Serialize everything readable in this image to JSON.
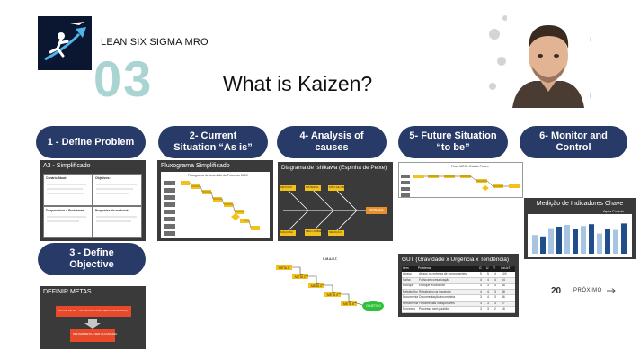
{
  "header": {
    "brand": "LEAN SIX SIGMA MRO",
    "number": "03",
    "title": "What is Kaizen?"
  },
  "steps": [
    {
      "label": "1 - Define Problem"
    },
    {
      "label": "2- Current Situation “As is”"
    },
    {
      "label": "4- Analysis of causes"
    },
    {
      "label": "5- Future Situation “to be”"
    },
    {
      "label": "6- Monitor and Control"
    },
    {
      "label": "3 - Define Objective"
    }
  ],
  "thumbnails": {
    "a3": {
      "title": "A3 - Simplificado",
      "cells": [
        "Cenário Atual:",
        "Objetivos:",
        "Desperdícios e Problemas:",
        "Propostas de melhoria:"
      ]
    },
    "flow": {
      "title": "Fluxograma Simplificado",
      "subtitle": "Fluxograma de descrição do Processo MRO"
    },
    "ishikawa": {
      "title": "Diagrama de Ishikawa (Espinha de Peixe)",
      "causes_top": [
        "MÉTODO",
        "MATERIAL",
        "MÃO DE OBRA"
      ],
      "causes_bottom": [
        "MÁQUINA",
        "MEIO AMBIENTE",
        "MEDIÇÃO"
      ],
      "effect": "PROBLEMA"
    },
    "future": {
      "title": "Fluxo MRO - Estado Futuro"
    },
    "kpi": {
      "title": "Medição de Indicadores Chave",
      "subtitle": "Após Projeto",
      "values": [
        52,
        48,
        71,
        75,
        80,
        68,
        77,
        82,
        56,
        70,
        66,
        84
      ]
    },
    "smart": {
      "title": "S.M.A.R.T.",
      "steps": [
        "META 1",
        "META 2",
        "META 3",
        "META 4",
        "META 5"
      ],
      "end": "OBJETIVO"
    },
    "gut": {
      "title": "GUT  (Gravidade x Urgência x Tendência)",
      "headers": [
        "Item",
        "Problema",
        "G",
        "U",
        "T",
        "GxUxT"
      ],
      "rows": [
        [
          "Atraso",
          "Atraso na entrega de componentes",
          "5",
          "5",
          "4",
          "100"
        ],
        [
          "Falha",
          "Falha de comunicação",
          "4",
          "4",
          "4",
          "64"
        ],
        [
          "Estoque",
          "Estoque excedente",
          "4",
          "3",
          "4",
          "48"
        ],
        [
          "Retrabalho",
          "Retrabalho na inspeção",
          "4",
          "4",
          "3",
          "48"
        ],
        [
          "Documentação",
          "Documentação incompleta",
          "3",
          "4",
          "3",
          "36"
        ],
        [
          "Ferramentas",
          "Ferramentas indisponíveis",
          "3",
          "3",
          "3",
          "27"
        ],
        [
          "Processo",
          "Processo sem padrão",
          "3",
          "3",
          "2",
          "18"
        ]
      ]
    },
    "metas": {
      "title": "DEFINIR METAS",
      "box1": "VALOR ATUAL - VALOR DESEJADO (BENCHMARKING)",
      "box2": "DEFINIR META A SER ALCANÇADA"
    }
  },
  "footer": {
    "page": "20",
    "next_label": "PRÓXIMO"
  },
  "colors": {
    "pill": "#283a67",
    "accent_number": "#a9d4d2",
    "yellow": "#f2c21b",
    "orange": "#e8492a",
    "kpi_blue": "#1f4e8a",
    "kpi_light": "#a8c4e3"
  }
}
